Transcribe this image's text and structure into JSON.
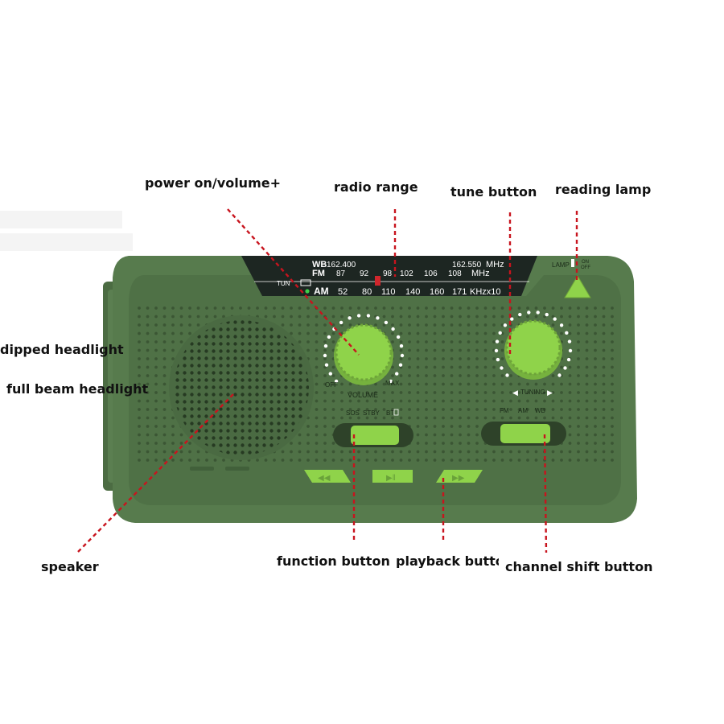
{
  "annotations": {
    "power": "power on/volume+",
    "radio_range": "radio range",
    "tune": "tune button",
    "lamp": "reading lamp",
    "dipped": "dipped headlight",
    "full_beam": "full beam headlight",
    "speaker": "speaker",
    "function": "function button",
    "playback": "playback button",
    "channel": "channel shift button"
  },
  "dial": {
    "wb_label": "WB",
    "wb_low": "162.400",
    "wb_high": "162.550",
    "wb_unit": "MHz",
    "fm_label": "FM",
    "fm_scale": [
      "87",
      "92",
      "98",
      "102",
      "106",
      "108"
    ],
    "fm_unit": "MHz",
    "tun_label": "TUN",
    "am_label": "AM",
    "am_scale": [
      "52",
      "80",
      "110",
      "140",
      "160",
      "171"
    ],
    "am_unit": "KHzx10"
  },
  "panel": {
    "off": "OFF",
    "max": "MAX",
    "volume": "VOLUME",
    "tuning": "TUNING",
    "sos": "SOS",
    "stby": "STBY",
    "bt": "BT",
    "fm": "FM",
    "am": "AM",
    "wb": "WB",
    "lamp": "LAMP",
    "lamp_on": "ON",
    "lamp_off": "OFF"
  },
  "colors": {
    "body": "#567a4c",
    "accent": "#8fd34a",
    "leader": "#c8141e"
  }
}
